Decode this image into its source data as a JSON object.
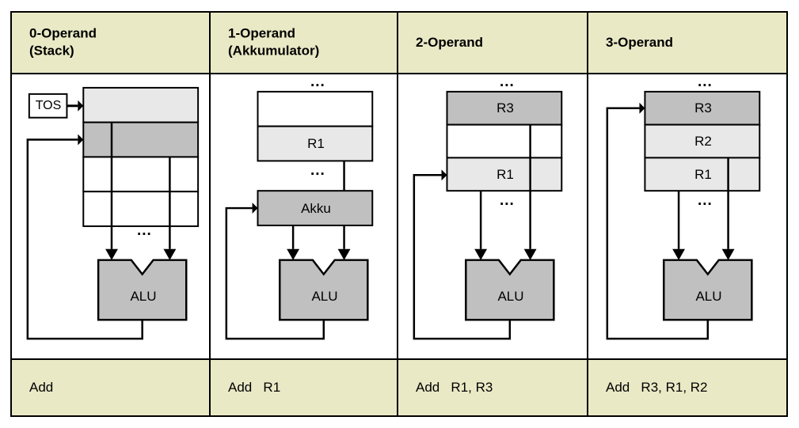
{
  "figure": {
    "kind": "instruction-set-operand-comparison",
    "colors": {
      "header_bg": "#e9e9c6",
      "footer_bg": "#e9e9c6",
      "cell_bg": "#ffffff",
      "light_gray": "#e8e8e8",
      "mid_gray": "#c0c0c0",
      "line": "#000000"
    }
  },
  "columns": [
    {
      "header": "0-Operand\n(Stack)",
      "instruction": "Add",
      "pointer_label": "TOS",
      "ellipsis": "...",
      "alu_label": "ALU",
      "cells": [
        {
          "label": "",
          "fill": "light_gray"
        },
        {
          "label": "",
          "fill": "mid_gray"
        },
        {
          "label": "",
          "fill": "white"
        },
        {
          "label": "",
          "fill": "white"
        }
      ]
    },
    {
      "header": "1-Operand\n(Akkumulator)",
      "instruction": "Add   R1",
      "pointer_label": "",
      "ellipsis": "...",
      "alu_label": "ALU",
      "accumulator_label": "Akku",
      "cells": [
        {
          "label": "",
          "fill": "white"
        },
        {
          "label": "R1",
          "fill": "light_gray"
        }
      ]
    },
    {
      "header": "2-Operand",
      "instruction": "Add   R1, R3",
      "pointer_label": "",
      "ellipsis": "...",
      "alu_label": "ALU",
      "cells": [
        {
          "label": "R3",
          "fill": "mid_gray"
        },
        {
          "label": "",
          "fill": "white"
        },
        {
          "label": "R1",
          "fill": "light_gray"
        }
      ]
    },
    {
      "header": "3-Operand",
      "instruction": "Add   R3, R1, R2",
      "pointer_label": "",
      "ellipsis": "...",
      "alu_label": "ALU",
      "cells": [
        {
          "label": "R3",
          "fill": "mid_gray"
        },
        {
          "label": "R2",
          "fill": "light_gray"
        },
        {
          "label": "R1",
          "fill": "light_gray"
        }
      ]
    }
  ]
}
